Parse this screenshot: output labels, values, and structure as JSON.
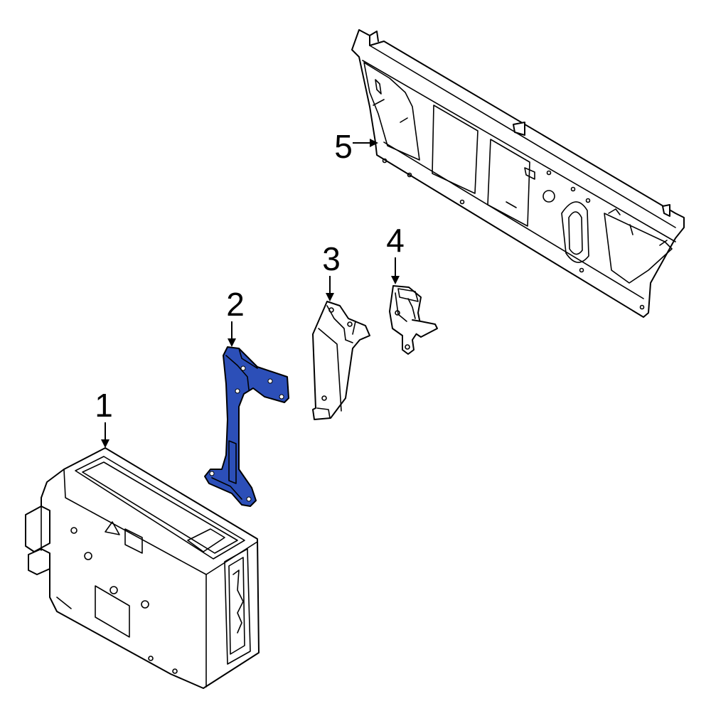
{
  "colors": {
    "highlight": "#2C4FB8",
    "line": "#000000",
    "background": "#FFFFFF"
  },
  "callouts": {
    "part_1": "1",
    "part_2": "2",
    "part_3": "3",
    "part_4": "4",
    "part_5": "5"
  },
  "highlighted_part": "2"
}
